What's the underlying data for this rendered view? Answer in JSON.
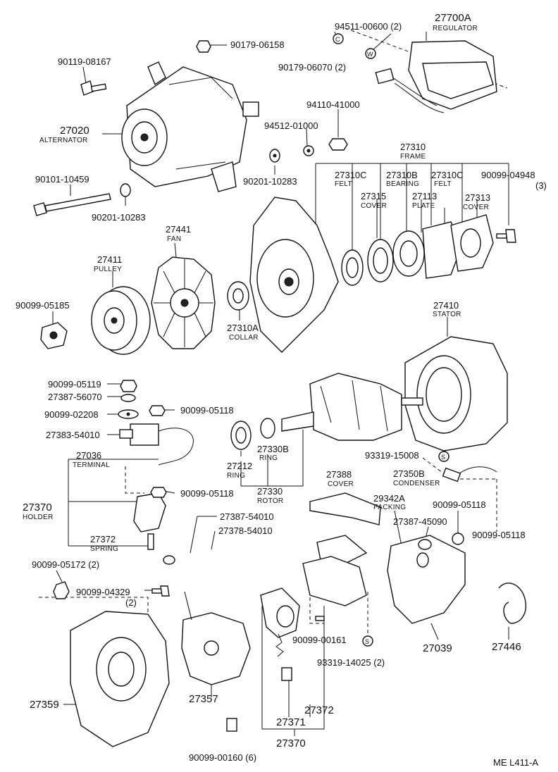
{
  "labels": {
    "reg_bolt": "94511-00600 (2)",
    "regulator_pn": "27700A",
    "regulator_nm": "REGULATOR",
    "nut_90179_06158": "90179-06158",
    "nut_90179_06070": "90179-06070 (2)",
    "bolt_90119": "90119-08167",
    "nut_94110": "94110-41000",
    "washer_94512": "94512-01000",
    "alt_pn": "27020",
    "alt_nm": "ALTERNATOR",
    "frame_pn": "27310",
    "frame_nm": "FRAME",
    "bolt_90101": "90101-10459",
    "washer_90201_a": "90201-10283",
    "washer_90201_b": "90201-10283",
    "felt_a_pn": "27310C",
    "felt_a_nm": "FELT",
    "bearing_pn": "27310B",
    "bearing_nm": "BEARING",
    "felt_b_pn": "27310C",
    "felt_b_nm": "FELT",
    "screw_90099_04948": "90099-04948",
    "screw_90099_04948_qty": "(3)",
    "cover_27315_pn": "27315",
    "cover_27315_nm": "COVER",
    "plate_pn": "27113",
    "plate_nm": "PLATE",
    "cover_27313_pn": "27313",
    "cover_27313_nm": "COVER",
    "fan_pn": "27441",
    "fan_nm": "FAN",
    "pulley_pn": "27411",
    "pulley_nm": "PULLEY",
    "nut_90099_05185": "90099-05185",
    "collar_pn": "27310A",
    "collar_nm": "COLLAR",
    "stator_pn": "27410",
    "stator_nm": "STATOR",
    "nut_90099_05119": "90099-05119",
    "ins_27387_56070": "27387-56070",
    "washer_90099_02208": "90099-02208",
    "nut_90099_05118_a": "90099-05118",
    "ins_27383": "27383-54010",
    "terminal_pn": "27036",
    "terminal_nm": "TERMINAL",
    "ring_27330b_pn": "27330B",
    "ring_27330b_nm": "RING",
    "ring_27212_pn": "27212",
    "ring_27212_nm": "RING",
    "screw_93319_15008": "93319-15008",
    "condenser_pn": "27350B",
    "condenser_nm": "CONDENSER",
    "cover_27388_pn": "27388",
    "cover_27388_nm": "COVER",
    "rotor_pn": "27330",
    "rotor_nm": "ROTOR",
    "nut_90099_05118_b": "90099-05118",
    "holder_pn": "27370",
    "holder_nm": "HOLDER",
    "packing_pn": "29342A",
    "packing_nm": "PACKING",
    "nut_90099_05118_c": "90099-05118",
    "ins_27387_45090": "27387-45090",
    "nut_90099_05118_d": "90099-05118",
    "ins_27387_54010": "27387-54010",
    "ins_27378_54010": "27378-54010",
    "spring_pn": "27372",
    "spring_nm": "SPRING",
    "nut_90099_05172": "90099-05172 (2)",
    "screw_90099_04329": "90099-04329",
    "screw_90099_04329_qty": "(2)",
    "screw_90099_00161": "90099-00161",
    "screw_93319_14025": "93319-14025 (2)",
    "end_frame": "27359",
    "rectifier": "27357",
    "holder_sub_371": "27371",
    "holder_sub_372": "27372",
    "holder_sub_370": "27370",
    "screw_90099_00160": "90099-00160 (6)",
    "cover_27039": "27039",
    "clip_27446": "27446",
    "sheet_code": "ME L411-A"
  },
  "symbols": {
    "c_mark": "C",
    "w_mark": "W",
    "s_mark": "S"
  }
}
